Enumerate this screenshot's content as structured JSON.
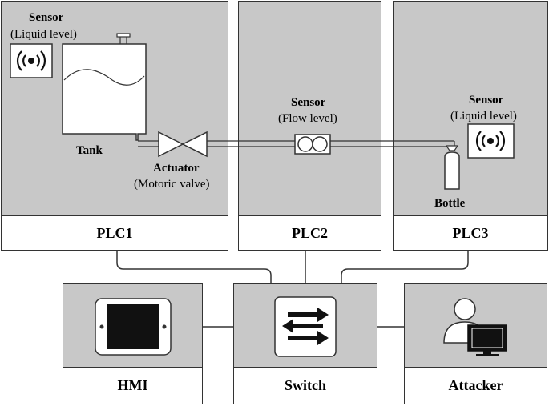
{
  "plc1": {
    "label": "PLC1",
    "sensor_title": "Sensor",
    "sensor_subtitle": "(Liquid level)",
    "tank_label": "Tank",
    "actuator_title": "Actuator",
    "actuator_subtitle": "(Motoric valve)"
  },
  "plc2": {
    "label": "PLC2",
    "sensor_title": "Sensor",
    "sensor_subtitle": "(Flow level)"
  },
  "plc3": {
    "label": "PLC3",
    "sensor_title": "Sensor",
    "sensor_subtitle": "(Liquid level)",
    "bottle_label": "Bottle"
  },
  "network": {
    "hmi_label": "HMI",
    "switch_label": "Switch",
    "attacker_label": "Attacker"
  },
  "colors": {
    "panel": "#c8c8c8",
    "label_background": "#ffffff",
    "line": "#333333"
  },
  "icons": [
    "wireless-sensor-icon",
    "tank-icon",
    "valve-icon",
    "flow-meter-icon",
    "bottle-icon",
    "tablet-icon",
    "switch-arrows-icon",
    "attacker-user-icon",
    "monitor-icon"
  ]
}
